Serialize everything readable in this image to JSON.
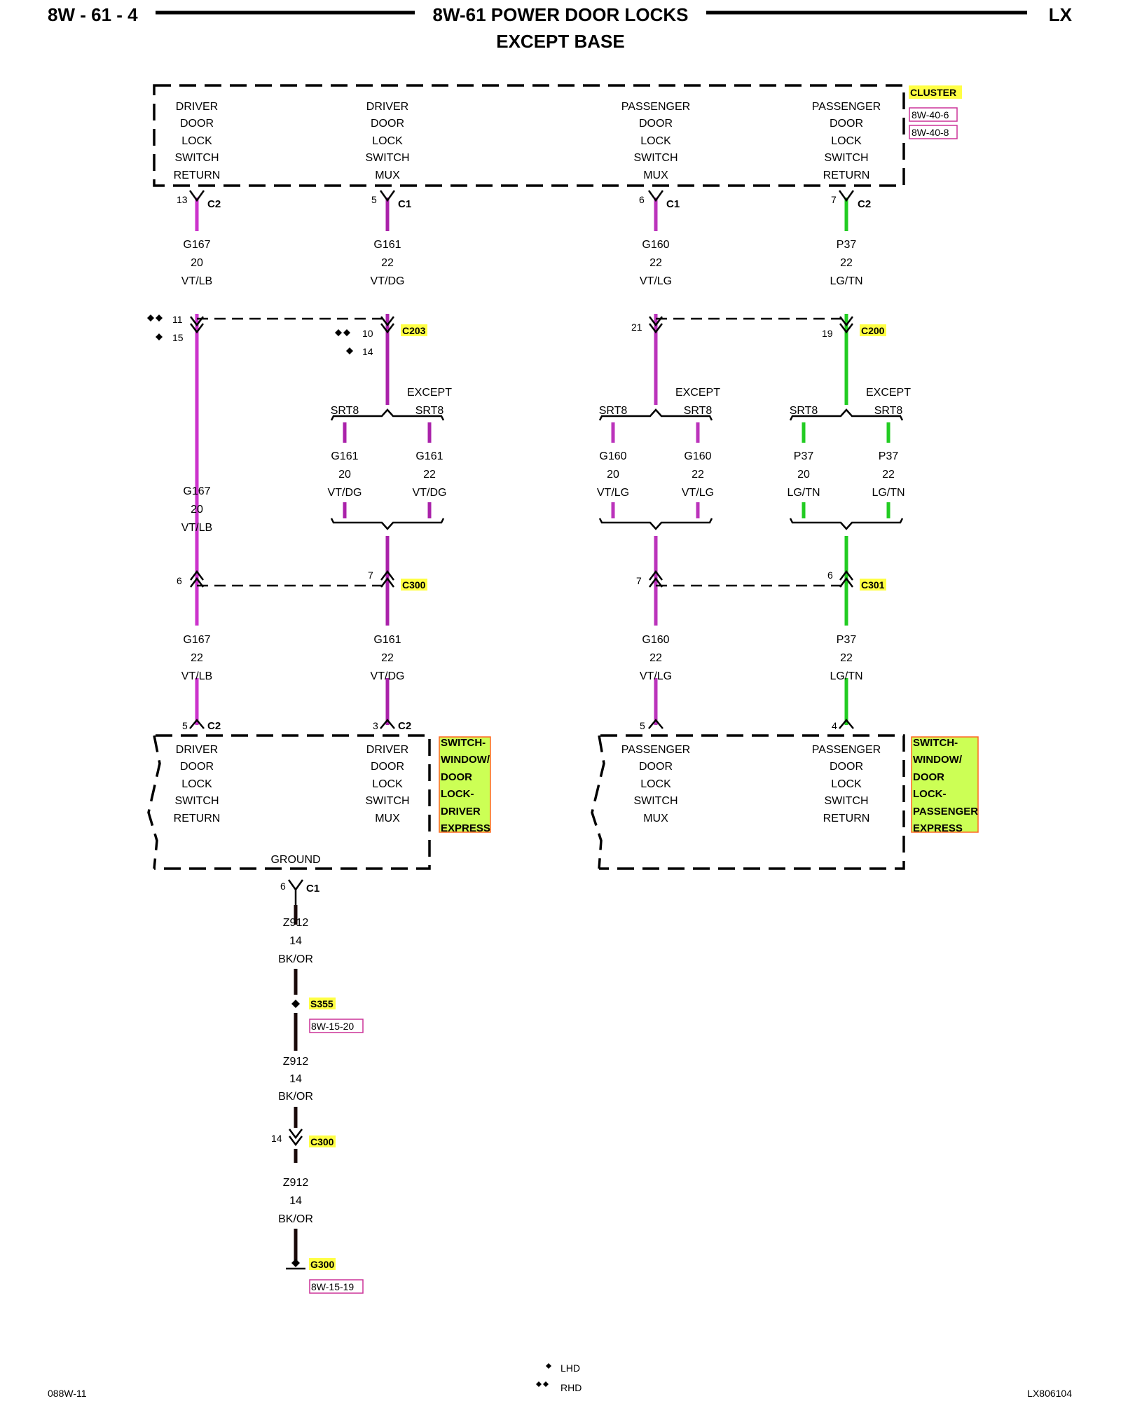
{
  "header": {
    "page_code": "8W - 61 - 4",
    "title": "8W-61 POWER DOOR LOCKS",
    "subtitle": "EXCEPT BASE",
    "model": "LX"
  },
  "footer": {
    "left_code": "088W-11",
    "right_code": "LX806104",
    "lhd": "LHD",
    "rhd": "RHD"
  },
  "colors": {
    "violet": "#cc33cc",
    "violet_lb": "#bb44dd",
    "violet_dg": "#aa22aa",
    "violet_lg": "#bb33bb",
    "green": "#22cc22",
    "ground_wire": "#1a0a0a",
    "tag_fill": "#ffff44",
    "box_fill": "#ccff55",
    "ref_border": "#cc3399"
  },
  "cluster": {
    "name": "CLUSTER",
    "refs": [
      "8W-40-6",
      "8W-40-8"
    ],
    "lines": {
      "a": [
        "DRIVER",
        "DOOR",
        "LOCK",
        "SWITCH",
        "RETURN"
      ],
      "b": [
        "DRIVER",
        "DOOR",
        "LOCK",
        "SWITCH",
        "MUX"
      ],
      "c": [
        "PASSENGER",
        "DOOR",
        "LOCK",
        "SWITCH",
        "MUX"
      ],
      "d": [
        "PASSENGER",
        "DOOR",
        "LOCK",
        "SWITCH",
        "RETURN"
      ]
    }
  },
  "pins": {
    "a_top": "13",
    "b_top": "5",
    "c_top": "6",
    "d_top": "7",
    "a_mid1": "11",
    "a_mid2": "15",
    "b_mid1": "10",
    "b_mid2": "14",
    "c_mid": "21",
    "d_mid": "19",
    "a_low": "6",
    "b_low": "7",
    "c_low": "7",
    "d_low": "6",
    "a_bot": "5",
    "b_bot": "3",
    "c_bot": "5",
    "d_bot": "4",
    "ground": "6",
    "c300_ground": "14"
  },
  "connectors": {
    "c2": "C2",
    "c1": "C1",
    "c203": "C203",
    "c200": "C200",
    "c300": "C300",
    "c301": "C301",
    "s355": "S355",
    "g300": "G300"
  },
  "wires": {
    "a1": [
      "G167",
      "20",
      "VT/LB"
    ],
    "b1": [
      "G161",
      "22",
      "VT/DG"
    ],
    "c1": [
      "G160",
      "22",
      "VT/LG"
    ],
    "d1": [
      "P37",
      "22",
      "LG/TN"
    ],
    "a2": [
      "G167",
      "20",
      "VT/LB"
    ],
    "b_srt": [
      "G161",
      "20",
      "VT/DG"
    ],
    "b_ex": [
      "G161",
      "22",
      "VT/DG"
    ],
    "c_srt": [
      "G160",
      "20",
      "VT/LG"
    ],
    "c_ex": [
      "G160",
      "22",
      "VT/LG"
    ],
    "d_srt": [
      "P37",
      "20",
      "LG/TN"
    ],
    "d_ex": [
      "P37",
      "22",
      "LG/TN"
    ],
    "a3": [
      "G167",
      "22",
      "VT/LB"
    ],
    "b3": [
      "G161",
      "22",
      "VT/DG"
    ],
    "c3": [
      "G160",
      "22",
      "VT/LG"
    ],
    "d3": [
      "P37",
      "22",
      "LG/TN"
    ],
    "g1": [
      "Z912",
      "14",
      "BK/OR"
    ],
    "g2": [
      "Z912",
      "14",
      "BK/OR"
    ],
    "g3": [
      "Z912",
      "14",
      "BK/OR"
    ]
  },
  "variants": {
    "srt8": "SRT8",
    "except": "EXCEPT"
  },
  "driver_switch": {
    "name_lines": [
      "SWITCH-",
      "WINDOW/",
      "DOOR",
      "LOCK-",
      "DRIVER",
      "EXPRESS"
    ],
    "a": [
      "DRIVER",
      "DOOR",
      "LOCK",
      "SWITCH",
      "RETURN"
    ],
    "b": [
      "DRIVER",
      "DOOR",
      "LOCK",
      "SWITCH",
      "MUX"
    ],
    "ground": "GROUND"
  },
  "passenger_switch": {
    "name_lines": [
      "SWITCH-",
      "WINDOW/",
      "DOOR",
      "LOCK-",
      "PASSENGER",
      "EXPRESS"
    ],
    "c": [
      "PASSENGER",
      "DOOR",
      "LOCK",
      "SWITCH",
      "MUX"
    ],
    "d": [
      "PASSENGER",
      "DOOR",
      "LOCK",
      "SWITCH",
      "RETURN"
    ]
  },
  "refs": {
    "s355": "8W-15-20",
    "g300": "8W-15-19"
  }
}
